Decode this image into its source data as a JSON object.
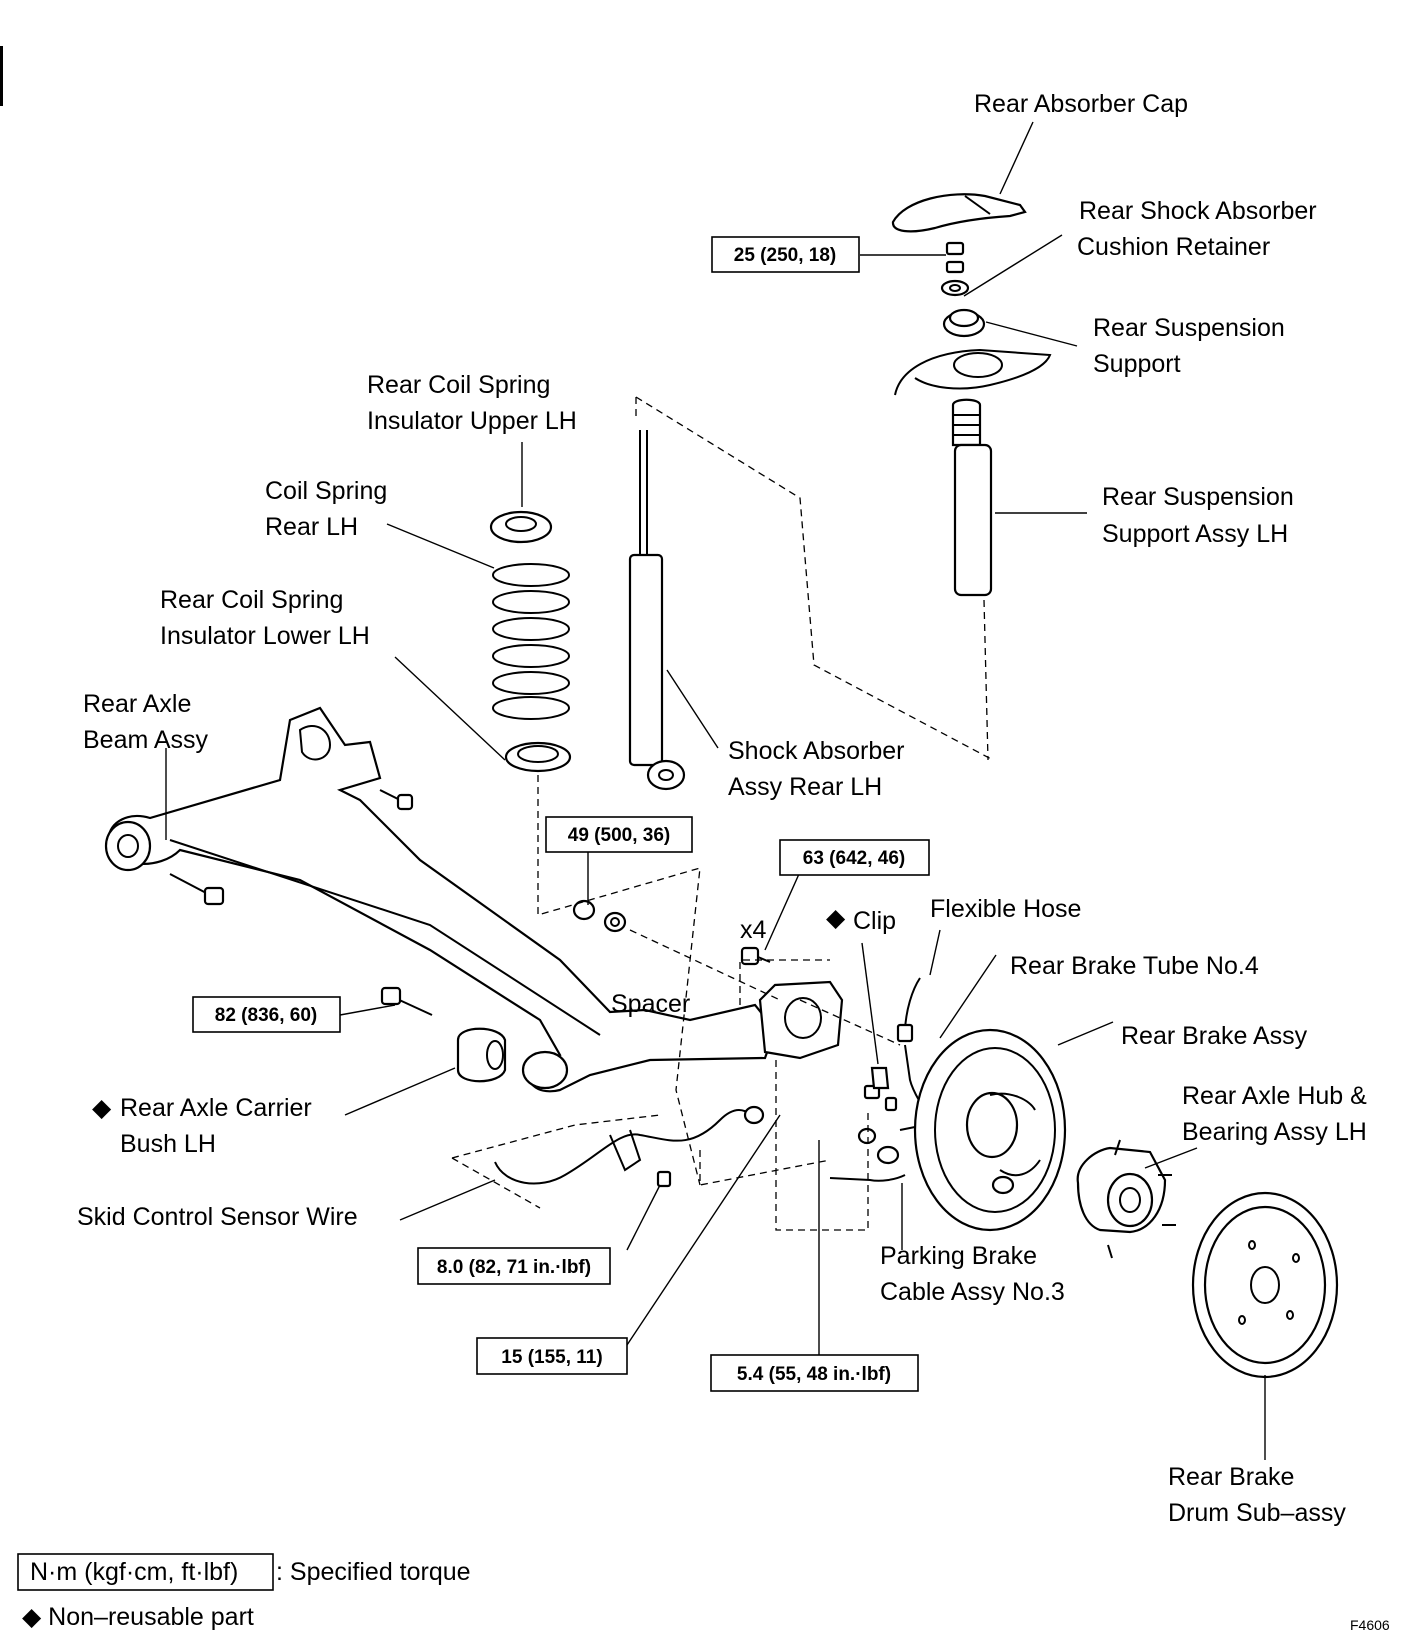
{
  "labels": {
    "rear_absorber_cap": "Rear Absorber Cap",
    "cushion_retainer_1": "Rear Shock Absorber",
    "cushion_retainer_2": "Cushion Retainer",
    "suspension_support_1": "Rear Suspension",
    "suspension_support_2": "Support",
    "insulator_upper_1": "Rear Coil Spring",
    "insulator_upper_2": "Insulator Upper LH",
    "coil_spring_1": "Coil Spring",
    "coil_spring_2": "Rear LH",
    "support_assy_1": "Rear Suspension",
    "support_assy_2": "Support Assy LH",
    "insulator_lower_1": "Rear Coil Spring",
    "insulator_lower_2": "Insulator Lower LH",
    "axle_beam_1": "Rear Axle",
    "axle_beam_2": "Beam Assy",
    "shock_absorber_1": "Shock Absorber",
    "shock_absorber_2": "Assy Rear LH",
    "x4": "x4",
    "clip": "Clip",
    "flexible_hose": "Flexible Hose",
    "spacer": "Spacer",
    "brake_tube": "Rear Brake Tube No.4",
    "brake_assy": "Rear Brake Assy",
    "hub_bearing_1": "Rear Axle Hub &",
    "hub_bearing_2": "Bearing Assy LH",
    "carrier_bush_1": "Rear Axle Carrier",
    "carrier_bush_2": "Bush LH",
    "skid_sensor": "Skid Control Sensor Wire",
    "parking_cable_1": "Parking Brake",
    "parking_cable_2": "Cable Assy No.3",
    "drum_1": "Rear Brake",
    "drum_2": "Drum Sub–assy",
    "diamond": "◆"
  },
  "torques": {
    "t25": "25 (250, 18)",
    "t49": "49 (500, 36)",
    "t63": "63 (642, 46)",
    "t82": "82 (836, 60)",
    "t8": "8.0 (82, 71 in.·lbf)",
    "t15": "15 (155, 11)",
    "t54": "5.4 (55, 48 in.·lbf)"
  },
  "legend": {
    "unit_box": "N·m (kgf·cm, ft·lbf)",
    "unit_text": ": Specified torque",
    "nonreusable": "◆ Non–reusable part"
  },
  "figure_code": "F4606"
}
